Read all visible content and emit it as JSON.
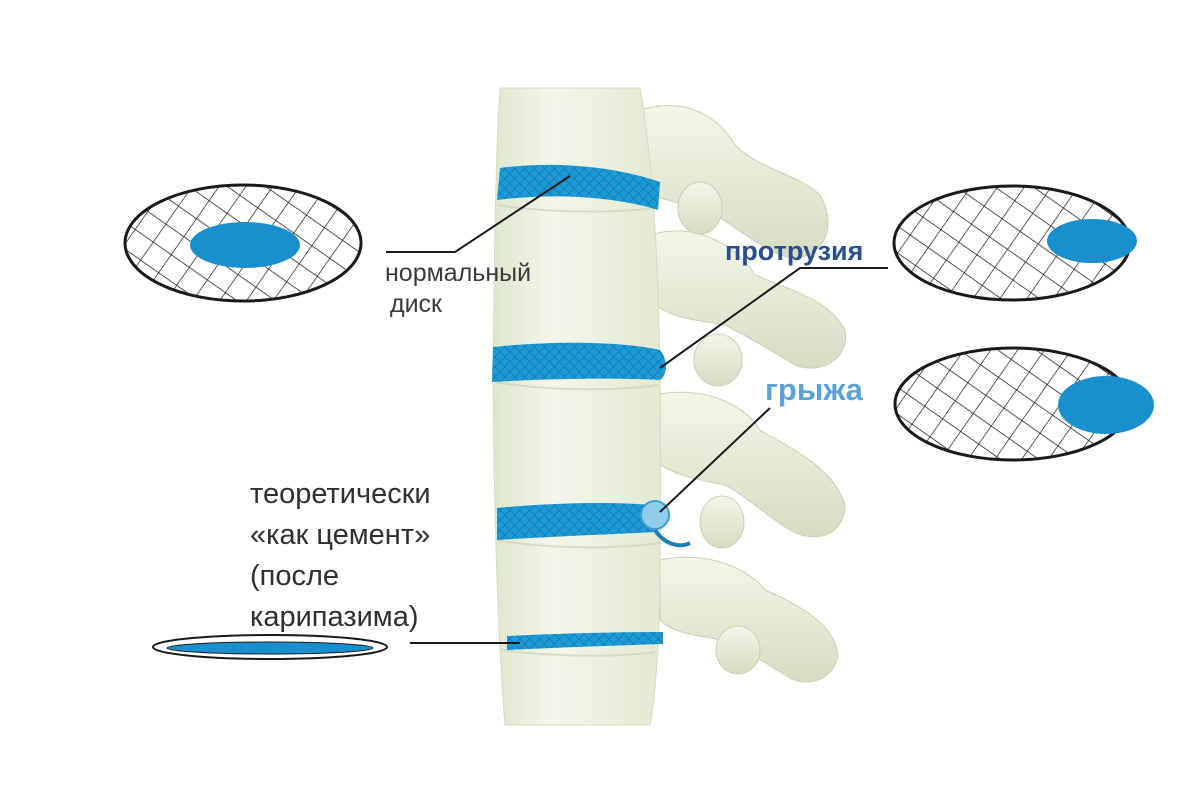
{
  "labels": {
    "normal_line1": "нормальный",
    "normal_line2": "диск",
    "protrusion": "протрузия",
    "hernia": "грыжа",
    "cement_line1": "теоретически",
    "cement_line2": "«как цемент»",
    "cement_line3": "(после",
    "cement_line4": "карипазима)"
  },
  "colors": {
    "disc_blue": "#1a8fce",
    "bone": "#e9eedb",
    "outline": "#1a1a1a"
  }
}
